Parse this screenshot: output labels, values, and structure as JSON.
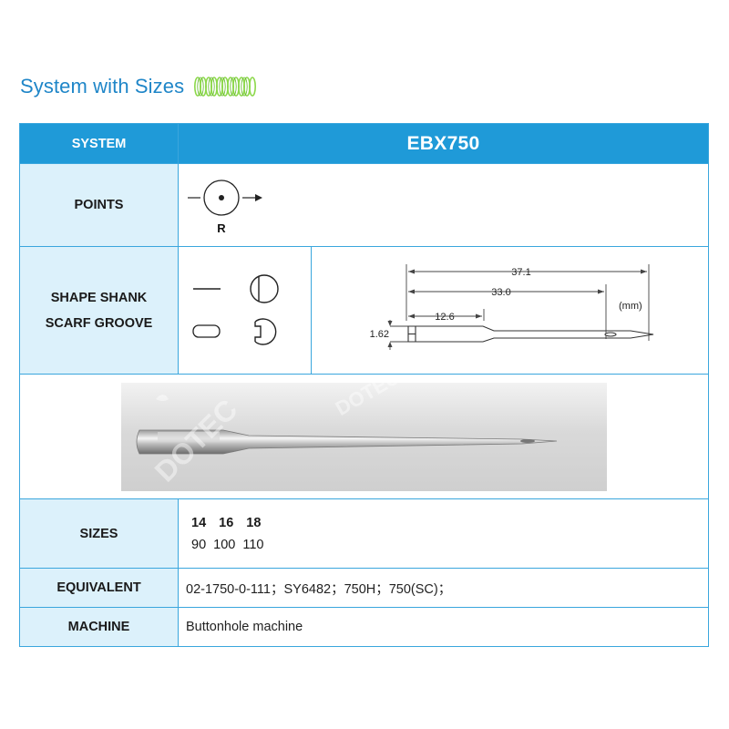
{
  "heading": {
    "title": "System with Sizes"
  },
  "table": {
    "system_label": "SYSTEM",
    "system_value": "EBX750",
    "points_label": "POINTS",
    "point_code": "R",
    "shape_label_line1": "SHAPE SHANK",
    "shape_label_line2": "SCARF GROOVE",
    "dimensions": {
      "total_length": "37.1",
      "blade_length": "33.0",
      "shank_length": "12.6",
      "shank_diameter": "1.62",
      "unit": "(mm)"
    },
    "photo_watermark": "DOTEC",
    "sizes_label": "SIZES",
    "sizes_singer": [
      "14",
      "16",
      "18"
    ],
    "sizes_metric": [
      "90",
      "100",
      "110"
    ],
    "equivalent_label": "EQUIVALENT",
    "equivalent_value": "02-1750-0-111；SY6482；750H；750(SC)；",
    "machine_label": "MACHINE",
    "machine_value": "Buttonhole machine"
  },
  "colors": {
    "accent": "#1f9ad8",
    "heading": "#1f86c8",
    "label_bg": "#dcf1fb",
    "border": "#3aa6dd",
    "spring": "#8cd84a"
  }
}
